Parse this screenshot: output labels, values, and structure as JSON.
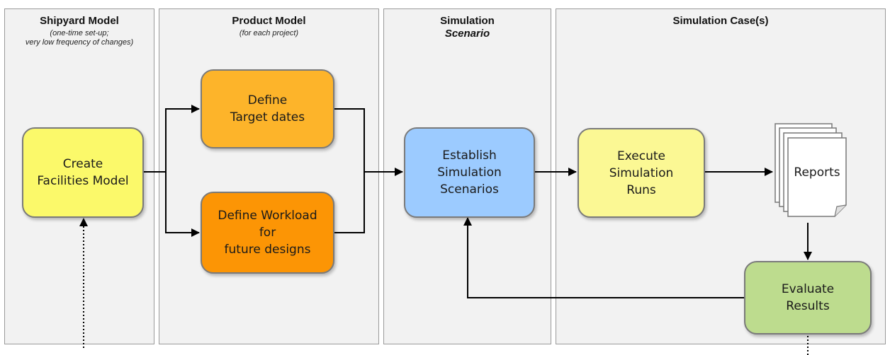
{
  "lanes": [
    {
      "title": "Shipyard Model",
      "subtitle": "(one-time set-up;\nvery low frequency of changes)"
    },
    {
      "title": "Product Model",
      "subtitle": "(for each project)"
    },
    {
      "title": "Simulation",
      "title_italic": "Scenario"
    },
    {
      "title": "Simulation Case(s)"
    }
  ],
  "nodes": {
    "create_facilities": "Create\nFacilities Model",
    "define_target": "Define\nTarget dates",
    "define_workload": "Define Workload\nfor\nfuture designs",
    "establish": "Establish\nSimulation\nScenarios",
    "execute": "Execute\nSimulation\nRuns",
    "reports": "Reports",
    "evaluate": "Evaluate\nResults"
  },
  "colors": {
    "create_facilities": "#fbf96a",
    "define_target": "#fdb42a",
    "define_workload": "#fc9505",
    "establish": "#9ccbff",
    "execute": "#fbf894",
    "evaluate": "#bddc8e"
  }
}
